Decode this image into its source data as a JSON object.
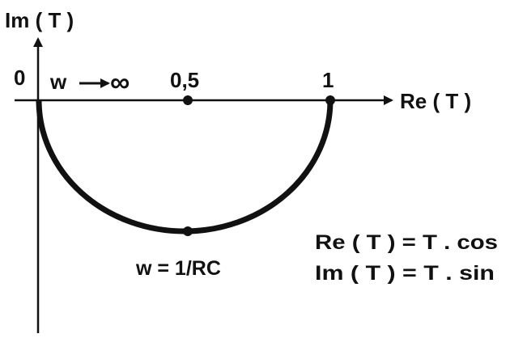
{
  "axes": {
    "imag_label": "Im ( T )",
    "real_label": "Re ( T )",
    "origin_label": "0"
  },
  "points": {
    "half_label": "0,5",
    "one_label": "1"
  },
  "annotations": {
    "w_infinity_w": "w",
    "w_infinity_symbol": "∞",
    "w_resonance": "w = 1/RC"
  },
  "equations": {
    "re_line": "Re ( T ) = T . cos",
    "im_line": "Im  ( T ) = T . sin"
  },
  "colors": {
    "ink": "#111111",
    "background": "#ffffff"
  }
}
